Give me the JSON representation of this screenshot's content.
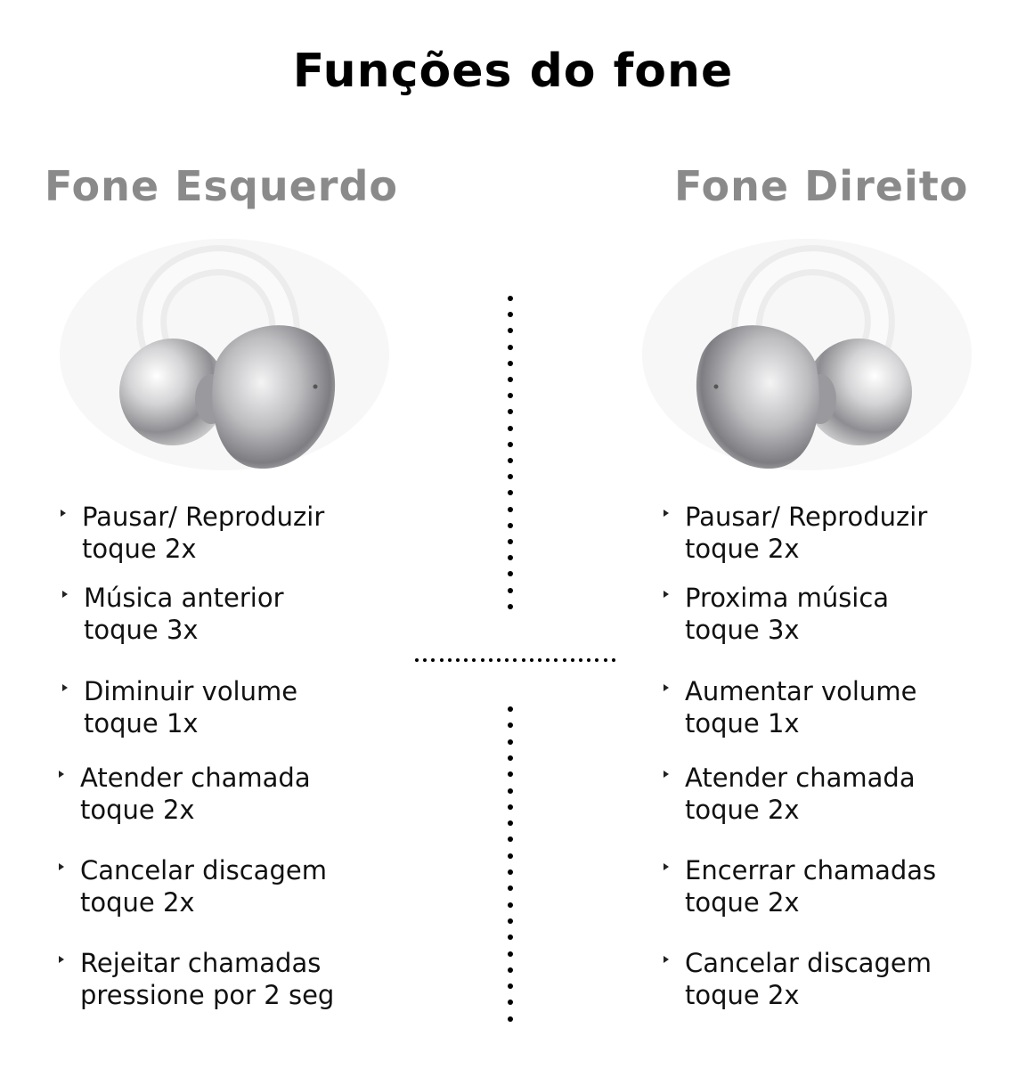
{
  "title": "Funções do fone",
  "left": {
    "heading": "Fone Esquerdo",
    "items": [
      {
        "label": "Pausar/ Reproduzir",
        "action": "toque 2x"
      },
      {
        "label": "Música anterior",
        "action": "toque 3x"
      },
      {
        "label": "Diminuir volume",
        "action": "toque 1x"
      },
      {
        "label": "Atender chamada",
        "action": "toque 2x"
      },
      {
        "label": "Cancelar discagem",
        "action": "toque 2x"
      },
      {
        "label": "Rejeitar chamadas",
        "action": "pressione por 2 seg"
      }
    ]
  },
  "right": {
    "heading": "Fone Direito",
    "items": [
      {
        "label": "Pausar/ Reproduzir",
        "action": "toque 2x"
      },
      {
        "label": "Proxima música",
        "action": "toque 3x"
      },
      {
        "label": "Aumentar volume",
        "action": "toque 1x"
      },
      {
        "label": "Atender chamada",
        "action": "toque 2x"
      },
      {
        "label": "Encerrar chamadas",
        "action": "toque 2x"
      },
      {
        "label": "Cancelar discagem",
        "action": "toque 2x"
      }
    ]
  },
  "colors": {
    "heading_gray": "#8a8a8a",
    "text": "#111111",
    "earbud_silver": "#c9c9cb"
  }
}
